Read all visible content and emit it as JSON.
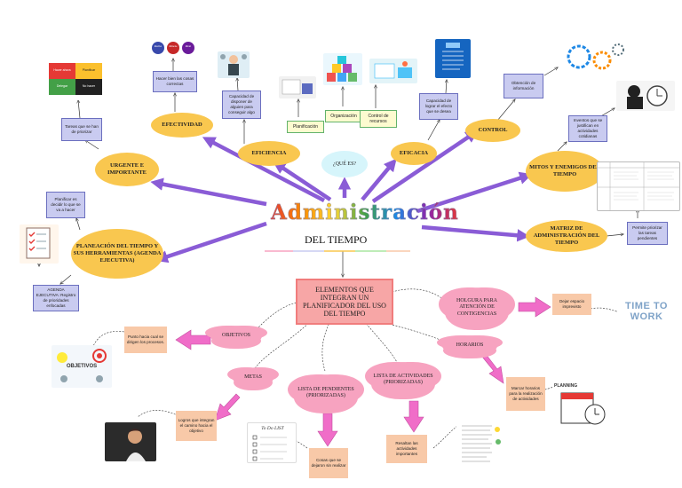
{
  "title": "Administración",
  "subtitle": "DEL TIEMPO",
  "question": "¿QUÉ ES?",
  "top_items": {
    "planificacion": "Planificación",
    "organizacion": "Organización",
    "control_recursos": "Control de recursos"
  },
  "ovals": {
    "efectividad": "EFECTIVIDAD",
    "eficiencia": "EFICIENCIA",
    "eficacia": "EFICACIA",
    "control": "CONTROL",
    "urgente": "URGENTE E IMPORTANTE",
    "ladrones": "MITOS Y ENEMIGOS DEL TIEMPO",
    "planeacion": "PLANEACIÓN DEL TIEMPO Y SUS HERRAMIENTAS (AGENDA EJECUTIVA)",
    "matriz": "MATRIZ DE ADMINISTRACIÓN DEL TIEMPO"
  },
  "notes": {
    "efectividad": "Hacer bien las cosas correctas",
    "eficiencia": "Capacidad de disponer de alguien para conseguir algo",
    "eficacia": "Capacidad de lograr el efecto que se desea",
    "control": "Obtención de información",
    "urgente": "Tareas que se han de priorizar",
    "ladrones": "Inventos que se justifican en actividades cotidianas",
    "planificar": "Planificar es decidir lo que se va a hacer",
    "agenda": "AGENDA EJECUTIVA: Registro de prioridades enfocadas",
    "matriz": "Permite priorizar las tareas pendientes"
  },
  "elements_title": "ELEMENTOS QUE INTEGRAN UN PLANIFICADOR DEL USO DEL TIEMPO",
  "clouds": {
    "objetivos": "OBJETIVOS",
    "metas": "METAS",
    "pendientes": "LISTA DE PENDIENTES (PRIORIZADAS)",
    "actividades": "LISTA DE ACTIVIDADES (PRIORIZADAS)",
    "horarios": "HORARIOS",
    "holgura": "HOLGURA PARA ATENCIÓN DE CONTIGENCIAS"
  },
  "element_notes": {
    "objetivos": "Punto hacia cual se dirigen los procesos.",
    "metas": "Logros que integran el camino hacia el objetivo",
    "pendientes": "Cosas que se dejaron sin realizar",
    "actividades": "Resaltan las actividades importantes",
    "horarios": "Marcar horarios para la realización de actividades",
    "holgura": "Dejar espacio imprevisto"
  },
  "image_labels": {
    "matrix_q1": "Hacer ahora",
    "matrix_q2": "Planificar",
    "matrix_q3": "Delegar",
    "matrix_q4": "No hacer",
    "efectividad_icons": [
      "Efectivo",
      "Eficiente",
      "Eficaz"
    ],
    "objetivos_word": "OBJETIVOS",
    "time_to_work": "TIME TO WORK",
    "to_do": "To Do LIST",
    "planning": "PLANNING"
  },
  "colors": {
    "arrow": "#8a5cd6",
    "pink_arrow": "#f06dc8",
    "oval": "#f9c74f",
    "note_box": "#c9cbf0",
    "cloud": "#f7a3c0",
    "salmon": "#f8c9a8"
  }
}
